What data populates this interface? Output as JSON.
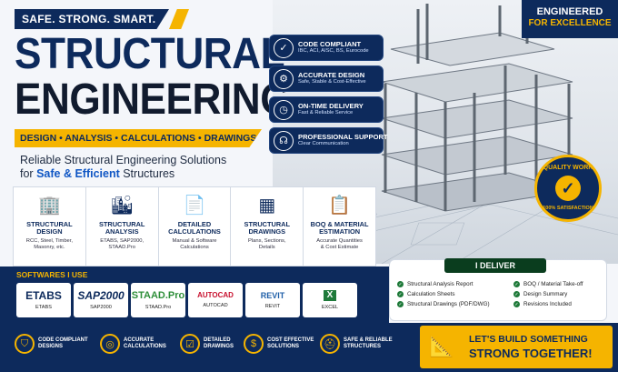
{
  "header": {
    "tagline": "SAFE. STRONG. SMART.",
    "title_line1": "STRUCTURAL",
    "title_line2": "ENGINEERING",
    "services_bar": "DESIGN • ANALYSIS • CALCULATIONS • DRAWINGS",
    "subtitle_line1": "Reliable Structural Engineering Solutions",
    "subtitle_line2_prefix": "for ",
    "subtitle_line2_highlight": "Safe & Efficient",
    "subtitle_line2_suffix": " Structures"
  },
  "badge": {
    "line1": "ENGINEERED",
    "line2": "FOR EXCELLENCE"
  },
  "features": [
    {
      "title": "CODE COMPLIANT",
      "desc": "IBC, ACI, AISC, BS, Eurocode",
      "icon": "shield-check-icon"
    },
    {
      "title": "ACCURATE DESIGN",
      "desc": "Safe, Stable & Cost-Effective",
      "icon": "gear-icon"
    },
    {
      "title": "ON-TIME DELIVERY",
      "desc": "Fast & Reliable Service",
      "icon": "clock-icon"
    },
    {
      "title": "PROFESSIONAL SUPPORT",
      "desc": "Clear Communication",
      "icon": "headset-icon"
    }
  ],
  "seal": {
    "top": "QUALITY WORK",
    "bottom": "100% SATISFACTION"
  },
  "services": [
    {
      "title1": "STRUCTURAL",
      "title2": "DESIGN",
      "desc1": "RCC, Steel, Timber,",
      "desc2": "Masonry, etc.",
      "icon": "building-icon"
    },
    {
      "title1": "STRUCTURAL",
      "title2": "ANALYSIS",
      "desc1": "ETABS, SAP2000,",
      "desc2": "STAAD.Pro",
      "icon": "building-search-icon"
    },
    {
      "title1": "DETAILED",
      "title2": "CALCULATIONS",
      "desc1": "Manual & Software",
      "desc2": "Calculations",
      "icon": "document-check-icon"
    },
    {
      "title1": "STRUCTURAL",
      "title2": "DRAWINGS",
      "desc1": "Plans, Sections,",
      "desc2": "Details",
      "icon": "blueprint-icon"
    },
    {
      "title1": "BOQ & MATERIAL",
      "title2": "ESTIMATION",
      "desc1": "Accurate Quantities",
      "desc2": "& Cost Estimate",
      "icon": "clipboard-icon"
    }
  ],
  "software": {
    "title": "SOFTWARES I USE",
    "items": [
      {
        "logo": "ETABS",
        "name": "ETABS",
        "color": "#0d2a5c"
      },
      {
        "logo": "SAP2000",
        "name": "SAP2000",
        "color": "#0d2a5c"
      },
      {
        "logo": "STAAD.Pro",
        "name": "STAAD.Pro",
        "color": "#2f8f3a"
      },
      {
        "logo": "AUTOCAD",
        "name": "AUTOCAD",
        "color": "#c8102e"
      },
      {
        "logo": "REVIT",
        "name": "REVIT",
        "color": "#1f5fa8"
      },
      {
        "logo": "X",
        "name": "EXCEL",
        "color": "#1f7a3a"
      }
    ]
  },
  "deliver": {
    "title": "I DELIVER",
    "left": [
      "Structural Analysis Report",
      "Calculation Sheets",
      "Structural Drawings (PDF/DWG)"
    ],
    "right": [
      "BOQ / Material Take-off",
      "Design Summary",
      "Revisions Included"
    ]
  },
  "bottom": [
    {
      "line1": "CODE COMPLIANT",
      "line2": "DESIGNS",
      "icon": "shield-icon"
    },
    {
      "line1": "ACCURATE",
      "line2": "CALCULATIONS",
      "icon": "target-icon"
    },
    {
      "line1": "DETAILED",
      "line2": "DRAWINGS",
      "icon": "checklist-icon"
    },
    {
      "line1": "COST EFFECTIVE",
      "line2": "SOLUTIONS",
      "icon": "dollar-icon"
    },
    {
      "line1": "SAFE & RELIABLE",
      "line2": "STRUCTURES",
      "icon": "helmet-icon"
    }
  ],
  "cta": {
    "line1": "LET'S BUILD SOMETHING",
    "line2": "STRONG TOGETHER!"
  },
  "colors": {
    "navy": "#0d2a5c",
    "yellow": "#f5b400",
    "blue": "#0f56c4",
    "green": "#1f7a3a"
  }
}
